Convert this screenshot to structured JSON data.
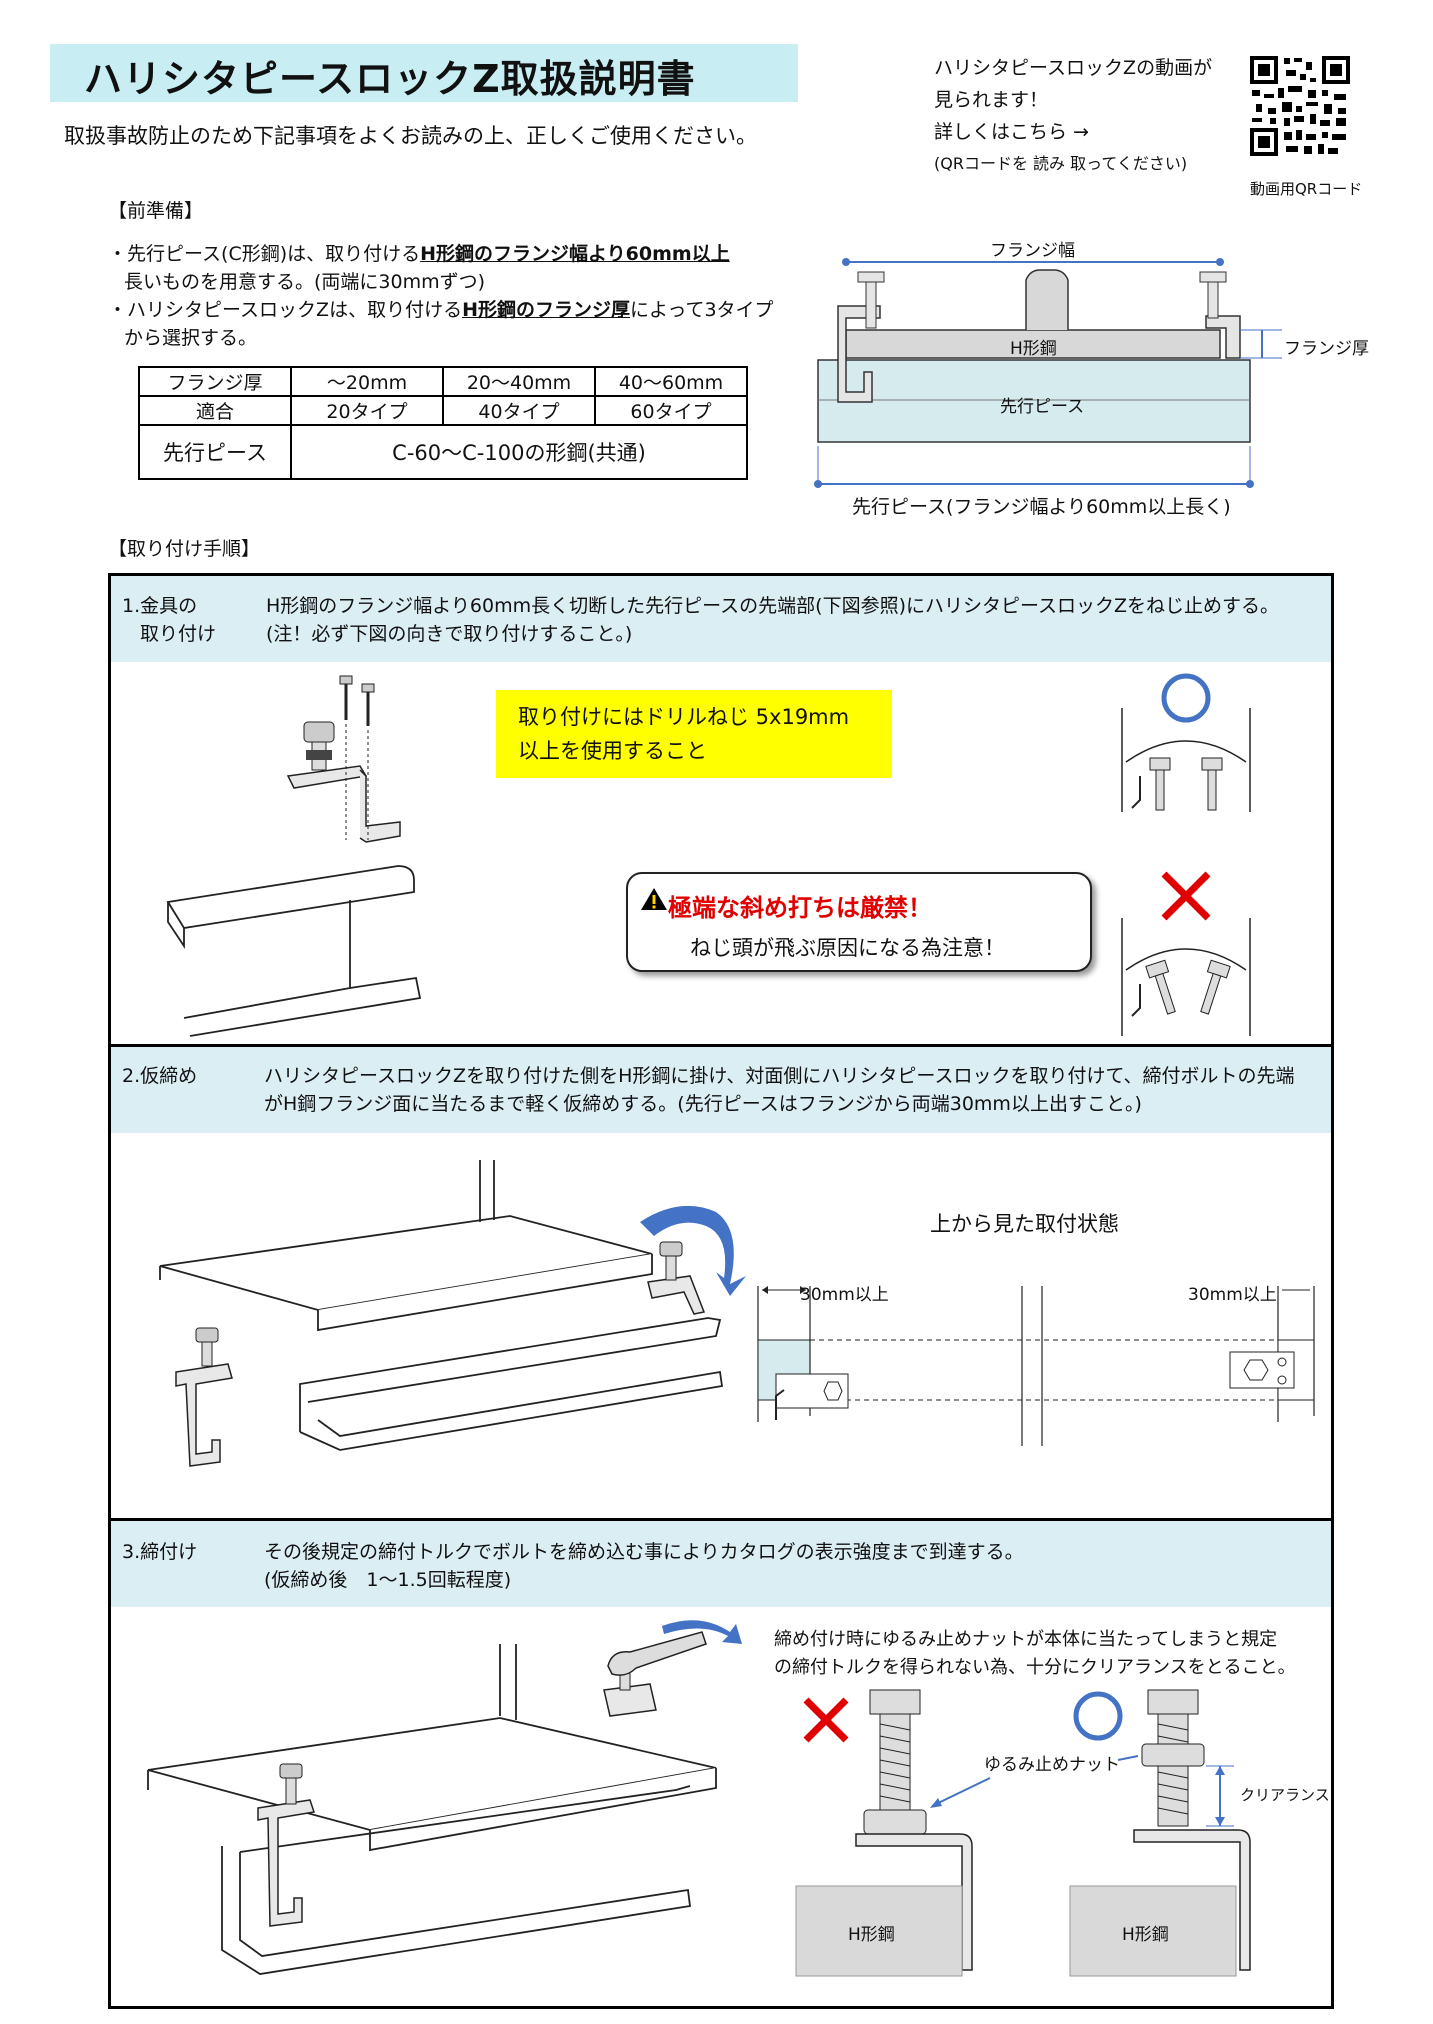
{
  "header": {
    "title": "ハリシタピースロックZ取扱説明書",
    "intro": "取扱事故防止のため下記事項をよくお読みの上、正しくご使用ください。"
  },
  "qr": {
    "line1": "ハリシタピースロックZの動画が",
    "line2": "見られます！",
    "line3": "詳しくはこちら →",
    "note": "(QRコードを 読み 取ってください)",
    "caption": "動画用QRコード"
  },
  "prep": {
    "heading": "【前準備】",
    "b1_pre": "・先行ピース(C形鋼)は、取り付ける",
    "b1_bold": "H形鋼のフランジ幅より60mm以上",
    "b1_line2": "長いものを用意する。(両端に30mmずつ)",
    "b2_pre": "・ハリシタピースロックZは、取り付ける",
    "b2_bold": "H形鋼のフランジ厚",
    "b2_post": "によって3タイプ",
    "b2_line2": "から選択する。"
  },
  "spec_table": {
    "row1": [
      "フランジ厚",
      "～20mm",
      "20～40mm",
      "40～60mm"
    ],
    "row2": [
      "適合",
      "20タイプ",
      "40タイプ",
      "60タイプ"
    ],
    "row3_label": "先行ピース",
    "row3_value": "C-60～C-100の形鋼(共通)"
  },
  "top_diagram": {
    "flange_width": "フランジ幅",
    "h_beam": "H形鋼",
    "flange_thickness": "フランジ厚",
    "lead_piece": "先行ピース",
    "bottom_caption": "先行ピース(フランジ幅より60mm以上長く)"
  },
  "procedure": {
    "heading": "【取り付け手順】",
    "step1": {
      "num_line1": "1.金具の",
      "num_line2": "取り付け",
      "desc_line1": "H形鋼のフランジ幅より60mm長く切断した先行ピースの先端部(下図参照)にハリシタピースロックZをねじ止めする。",
      "desc_line2": "(注！必ず下図の向きで取り付けすること。)",
      "yellow_line1": "取り付けにはドリルねじ 5x19mm",
      "yellow_line2": "以上を使用すること",
      "warn_title": "極端な斜め打ちは厳禁！",
      "warn_text": "ねじ頭が飛ぶ原因になる為注意！"
    },
    "step2": {
      "num": "2.仮締め",
      "desc_line1": "ハリシタピースロックZを取り付けた側をH形鋼に掛け、対面側にハリシタピースロックを取り付けて、締付ボルトの先端",
      "desc_line2": "がH鋼フランジ面に当たるまで軽く仮締めする。(先行ピースはフランジから両端30mm以上出すこと。)",
      "top_view": "上から見た取付状態",
      "dim_left": "30mm以上",
      "dim_right": "30mm以上"
    },
    "step3": {
      "num": "3.締付け",
      "desc_line1": "その後規定の締付トルクでボルトを締め込む事によりカタログの表示強度まで到達する。",
      "desc_line2": "(仮締め後　1～1.5回転程度)",
      "note_line1": "締め付け時にゆるみ止めナットが本体に当たってしまうと規定",
      "note_line2": "の締付トルクを得られない為、十分にクリアランスをとること。",
      "lock_nut": "ゆるみ止めナット",
      "clearance": "クリアランス",
      "h_beam_left": "H形鋼",
      "h_beam_right": "H形鋼"
    }
  },
  "colors": {
    "title_band": "#c8eef4",
    "section_band": "#dbeef4",
    "highlight": "#ffff00",
    "warning_red": "#e00000",
    "ok_blue": "#4472c4",
    "lead_piece": "#d6ebee"
  }
}
